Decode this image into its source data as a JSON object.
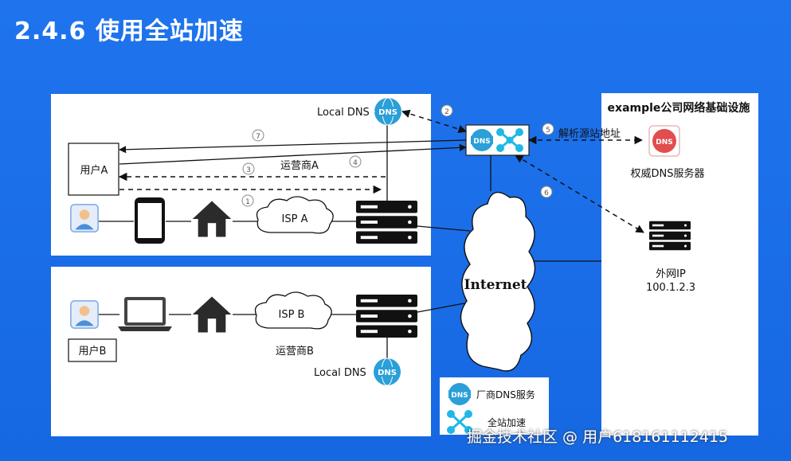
{
  "header": {
    "title": "2.4.6 使用全站加速"
  },
  "region_a": {
    "user_label": "用户A",
    "local_dns_label": "Local DNS",
    "isp_label": "ISP A",
    "operator_label": "运营商A",
    "dns_badge": "DNS"
  },
  "region_b": {
    "user_label": "用户B",
    "local_dns_label": "Local DNS",
    "isp_label": "ISP B",
    "operator_label": "运营商B",
    "dns_badge": "DNS"
  },
  "cloud": {
    "label": "Internet"
  },
  "steps": {
    "s1": "1",
    "s2": "2",
    "s3": "3",
    "s4": "4",
    "s5": "5",
    "s6": "6",
    "s7": "7"
  },
  "resolve_label": "解析源站地址",
  "example_net": {
    "title": "example公司网络基础设施",
    "authority_dns_label": "权威DNS服务器",
    "external_ip_label": "外网IP",
    "external_ip_value": "100.1.2.3",
    "dns_badge": "DNS"
  },
  "legend": {
    "vendor_dns_label": "厂商DNS服务",
    "acceleration_label": "全站加速",
    "dns_badge": "DNS"
  },
  "cdn_node": {
    "dns_badge": "DNS"
  },
  "watermark": "掘金技术社区 @ 用户618161112415",
  "colors": {
    "background": "#1a6ee8",
    "dns_blue": "#2a9fd8",
    "accent_cyan": "#1fb8e6",
    "authority_red": "#e24d4d"
  }
}
